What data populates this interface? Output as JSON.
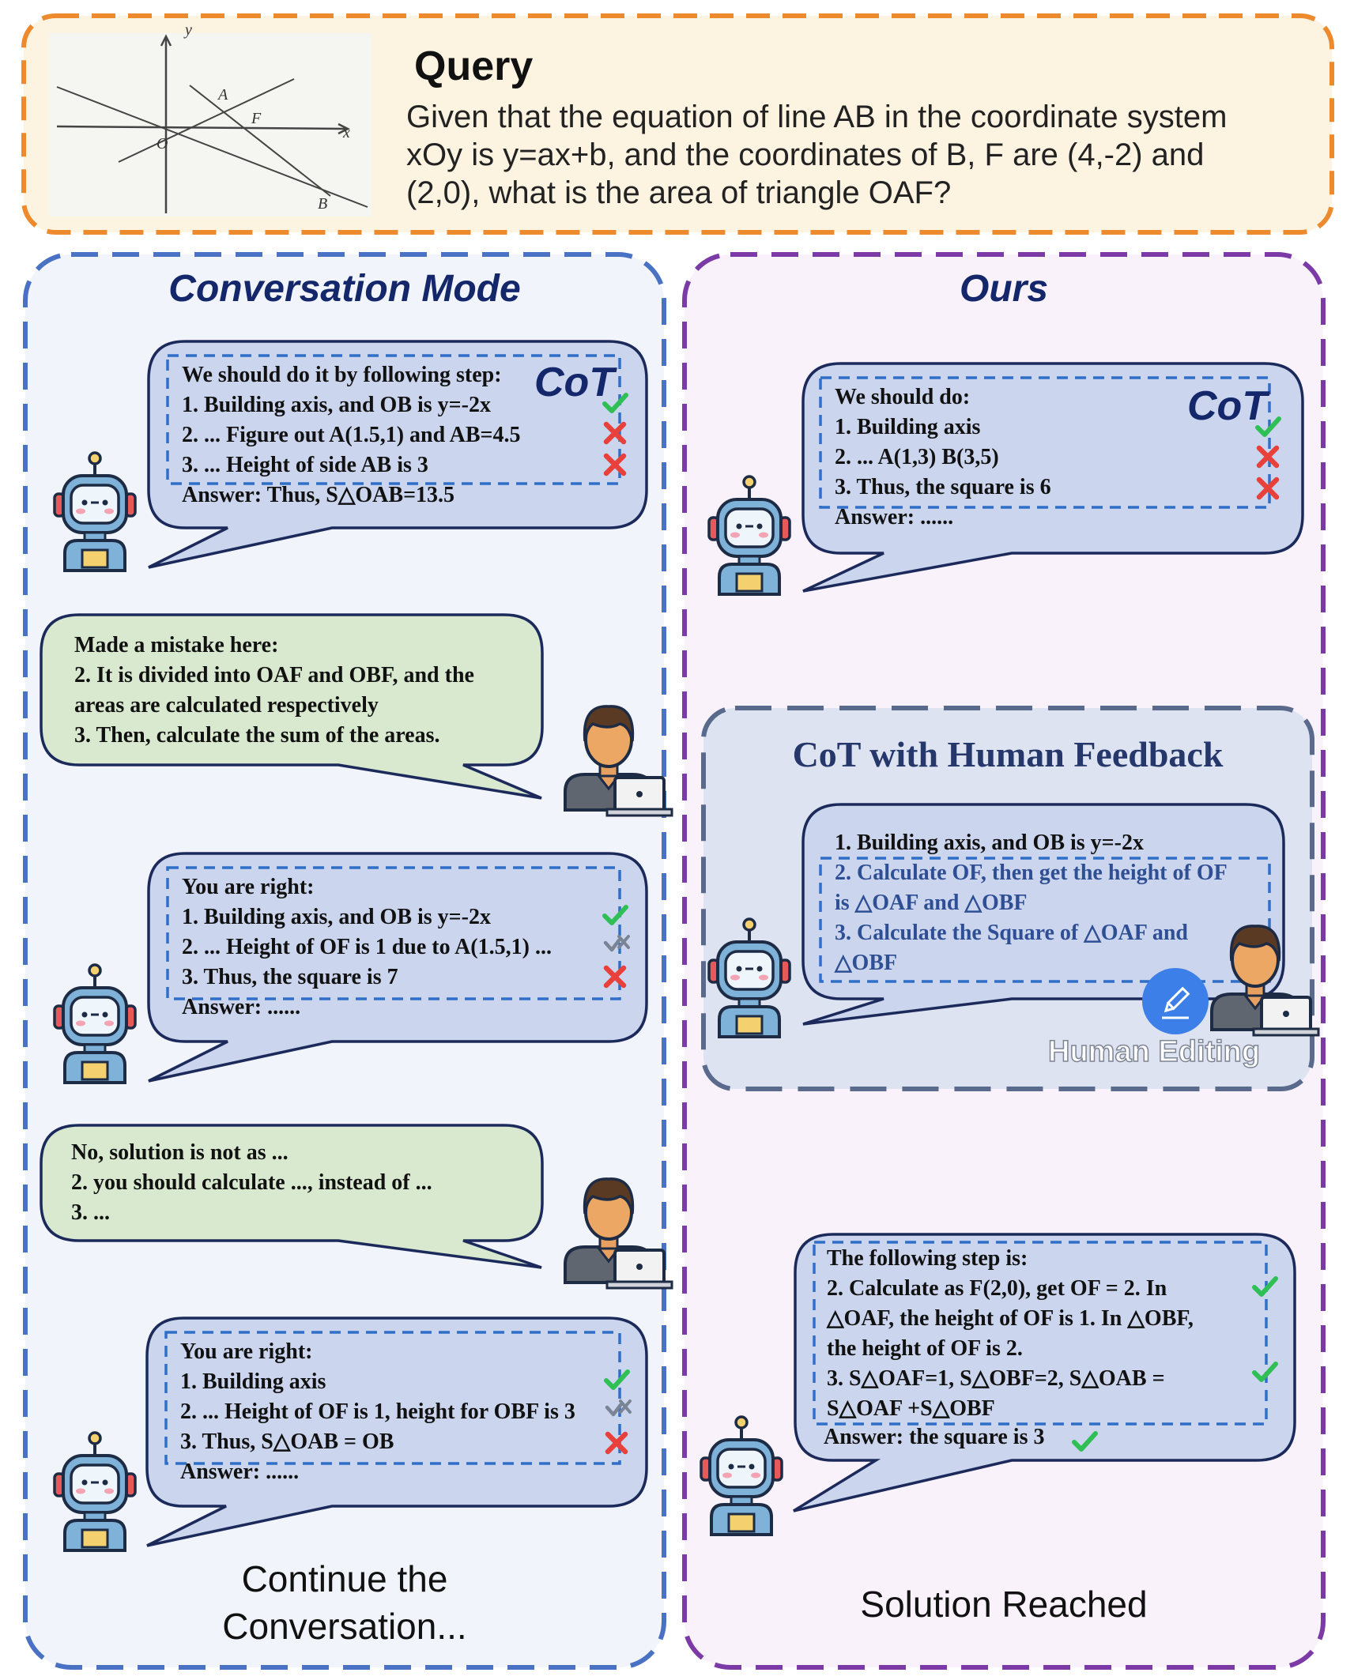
{
  "query": {
    "title": "Query",
    "lines": [
      "Given that the equation of line AB in the coordinate system",
      "xOy is y=ax+b, and the coordinates of B, F are (4,-2) and",
      "(2,0), what is the area of triangle OAF?"
    ],
    "figure_labels": {
      "y": "y",
      "x": "x",
      "origin": "O",
      "a": "A",
      "f": "F",
      "b": "B"
    }
  },
  "left_panel": {
    "title": "Conversation Mode",
    "bubble1": {
      "cot_label": "CoT",
      "lines": [
        "We should do it by following step:",
        "1. Building axis, and OB is y=-2x",
        "2. ... Figure out A(1.5,1) and AB=4.5",
        "3. ... Height of side AB is 3",
        "Answer: Thus, S△OAB=13.5"
      ]
    },
    "feedback1": {
      "lines": [
        "Made a mistake here:",
        "2. It is divided into OAF and OBF, and the",
        "areas are calculated respectively",
        "3. Then, calculate the sum of the areas."
      ]
    },
    "bubble2": {
      "lines": [
        "You are right:",
        "1. Building axis, and OB is y=-2x",
        "2. ... Height of OF is 1 due to A(1.5,1) ...",
        "3. Thus, the square is 7",
        "Answer: ......"
      ]
    },
    "feedback2": {
      "lines": [
        "No, solution is not as ...",
        "2. you should calculate ..., instead of ...",
        "3. ..."
      ]
    },
    "bubble3": {
      "lines": [
        "You are right:",
        "1. Building axis",
        "2. ... Height of OF is 1, height for OBF is 3",
        "3. Thus, S△OAB = OB",
        "Answer: ......"
      ]
    },
    "caption": [
      "Continue the",
      "Conversation..."
    ]
  },
  "right_panel": {
    "title": "Ours",
    "bubble1": {
      "cot_label": "CoT",
      "lines": [
        "We should do:",
        "1. Building axis",
        "2. ... A(1,3) B(3,5)",
        "3. Thus, the square is 6",
        "Answer: ......"
      ]
    },
    "hf_box": {
      "title": "CoT with Human Feedback",
      "lines": [
        "1. Building axis, and OB is y=-2x",
        "2. Calculate OF, then get the height of OF",
        "is △OAF and △OBF",
        "3. Calculate the Square of △OAF and",
        "△OBF"
      ],
      "human_editing_label": "Human Editing"
    },
    "bubble2": {
      "lines": [
        "The following step is:",
        "2. Calculate as F(2,0), get OF = 2. In",
        "△OAF, the height of OF is 1. In △OBF,",
        "the height of OF is 2.",
        "3. S△OAF=1, S△OBF=2, S△OAB =",
        "S△OAF +S△OBF",
        "Answer: the square is 3"
      ]
    },
    "caption": "Solution Reached"
  },
  "colors": {
    "query_border": "#ee8a2e",
    "query_fill": "#fdf3e1",
    "left_border": "#4a72c4",
    "left_fill": "#f1f4fa",
    "right_border": "#7b3aa6",
    "right_fill": "#f9f2fb",
    "bubble_fill": "#cbd5ee",
    "bubble_border": "#1b2a5a",
    "feedback_fill": "#d9e9cf",
    "dashed_inner": "#2f6fc8",
    "check": "#2fbf55",
    "cross": "#e8413b"
  }
}
